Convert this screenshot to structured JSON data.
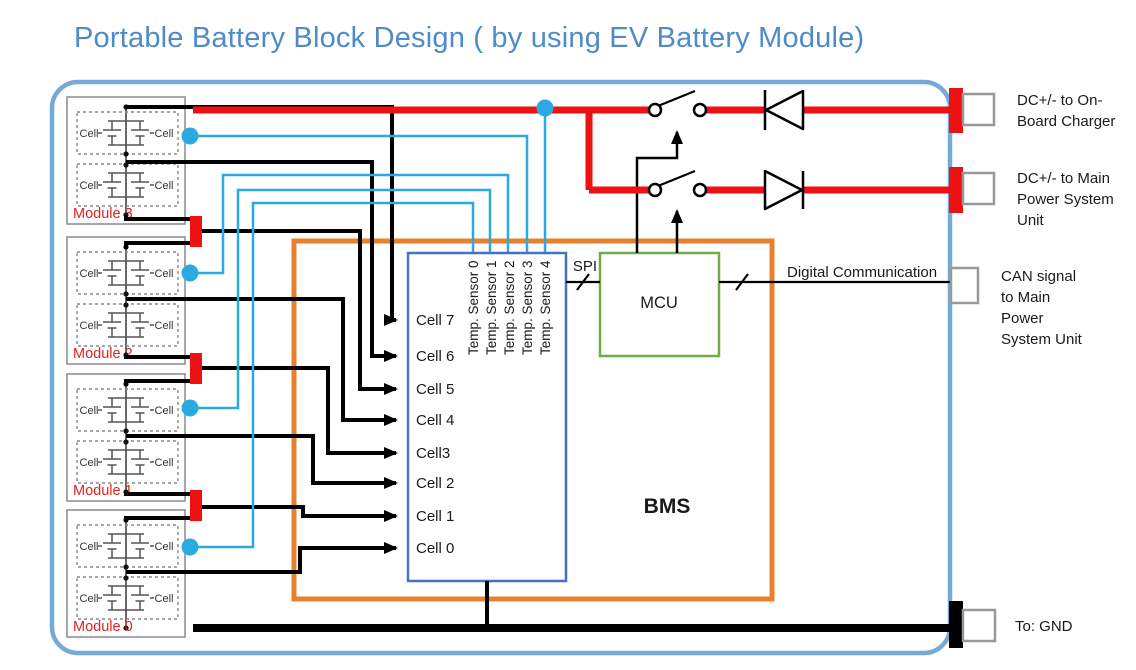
{
  "title": "Portable Battery Block Design ( by using EV Battery Module)",
  "labels": {
    "cell": "Cell",
    "bms": "BMS",
    "mcu": "MCU",
    "spi": "SPI",
    "digital_comm": "Digital Communication"
  },
  "modules": [
    {
      "label": "Module 3"
    },
    {
      "label": "Module 2"
    },
    {
      "label": "Module 1"
    },
    {
      "label": "Module 0"
    }
  ],
  "afe": {
    "cells": [
      "Cell 7",
      "Cell 6",
      "Cell 5",
      "Cell 4",
      "Cell3",
      "Cell 2",
      "Cell 1",
      "Cell 0"
    ],
    "sensors": [
      "Temp. Sensor 0",
      "Temp. Sensor 1",
      "Temp. Sensor 2",
      "Temp. Sensor 3",
      "Temp. Sensor 4"
    ]
  },
  "outputs": {
    "charger": {
      "lines": [
        "DC+/- to On-",
        "Board Charger"
      ]
    },
    "main_power": {
      "lines": [
        "DC+/- to Main",
        "Power System",
        "Unit"
      ]
    },
    "can": {
      "lines": [
        "CAN signal",
        "to Main",
        "Power",
        "System Unit"
      ]
    },
    "gnd": {
      "lines": [
        "To: GND"
      ]
    }
  },
  "colors": {
    "accent_red": "#EE1111",
    "accent_cyan": "#29ABE2",
    "bms_orange": "#E8802D",
    "mcu_green": "#70AD47",
    "afe_blue": "#4472C4",
    "frame_blue": "#74A9D8",
    "title_blue": "#4E8BC8",
    "module_red": "#E32222"
  }
}
